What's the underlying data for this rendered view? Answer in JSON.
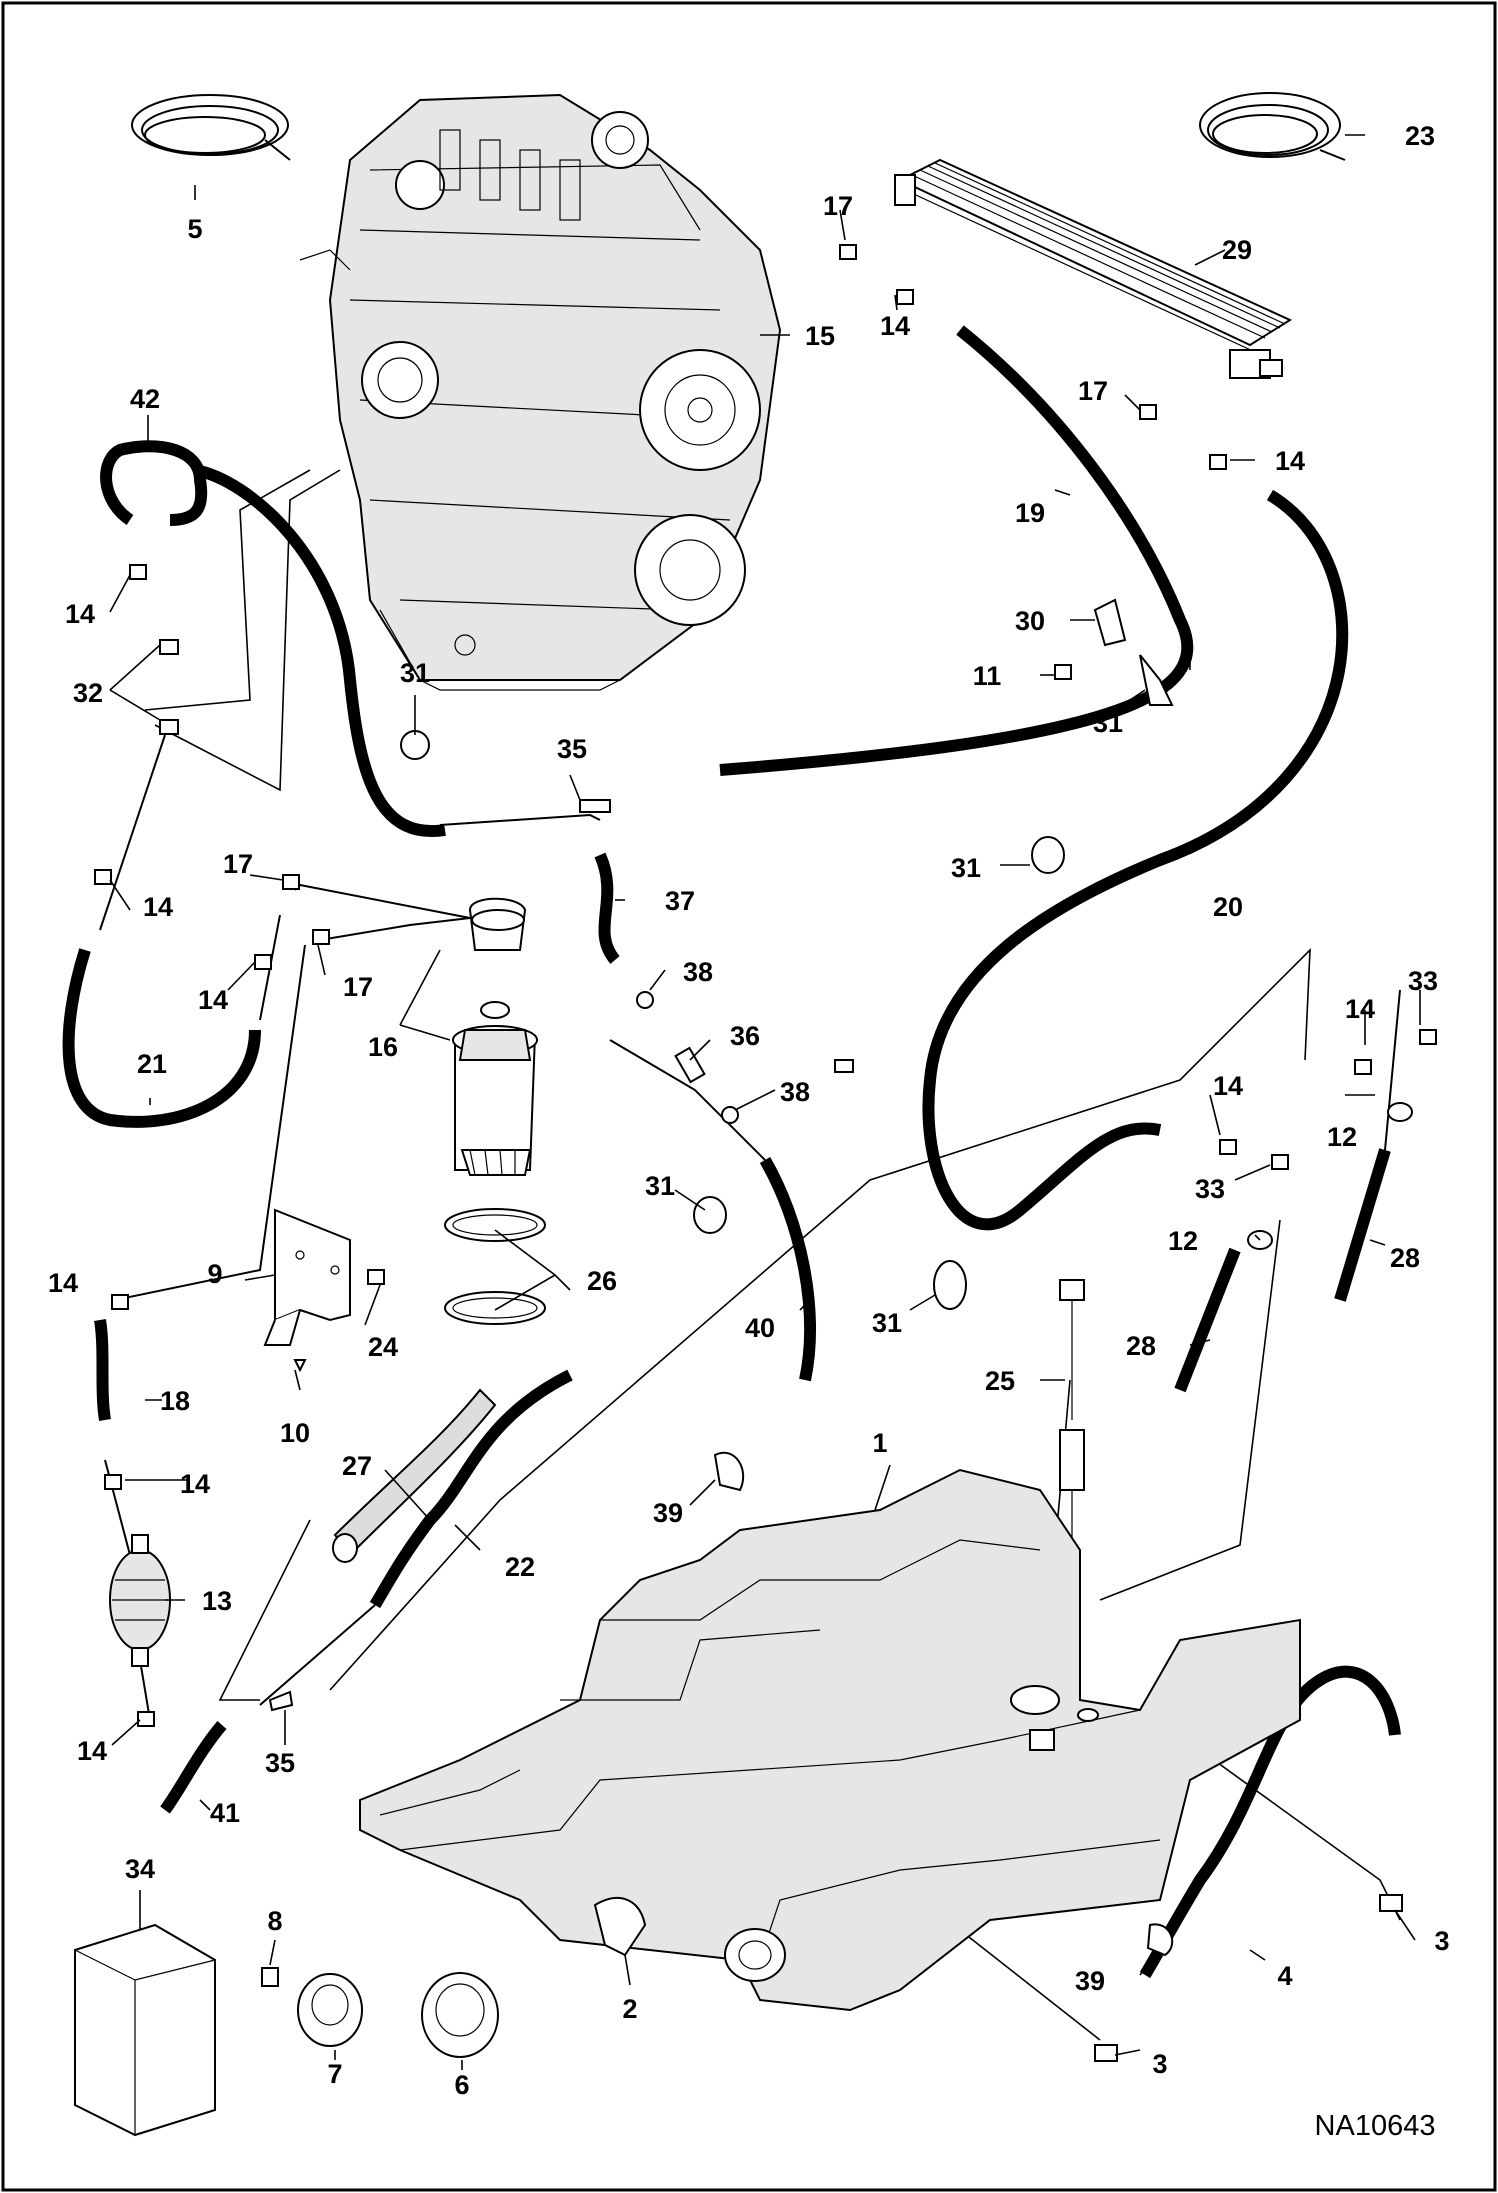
{
  "drawing_number": "NA10643",
  "callouts": {
    "c1": "1",
    "c2": "2",
    "c3a": "3",
    "c3b": "3",
    "c4": "4",
    "c5": "5",
    "c6": "6",
    "c7": "7",
    "c8": "8",
    "c9": "9",
    "c10": "10",
    "c11": "11",
    "c12a": "12",
    "c12b": "12",
    "c13": "13",
    "c14a": "14",
    "c14b": "14",
    "c14c": "14",
    "c14d": "14",
    "c14e": "14",
    "c14f": "14",
    "c14g": "14",
    "c14h": "14",
    "c14i": "14",
    "c14j": "14",
    "c15": "15",
    "c16": "16",
    "c17a": "17",
    "c17b": "17",
    "c17c": "17",
    "c17d": "17",
    "c18": "18",
    "c19": "19",
    "c20": "20",
    "c21": "21",
    "c22": "22",
    "c23": "23",
    "c24": "24",
    "c25": "25",
    "c26": "26",
    "c27": "27",
    "c28a": "28",
    "c28b": "28",
    "c29": "29",
    "c30": "30",
    "c31a": "31",
    "c31b": "31",
    "c31c": "31",
    "c31d": "31",
    "c31e": "31",
    "c32": "32",
    "c33a": "33",
    "c33b": "33",
    "c34": "34",
    "c35a": "35",
    "c35b": "35",
    "c36": "36",
    "c37": "37",
    "c38a": "38",
    "c38b": "38",
    "c39a": "39",
    "c39b": "39",
    "c40": "40",
    "c41": "41",
    "c42": "42"
  }
}
